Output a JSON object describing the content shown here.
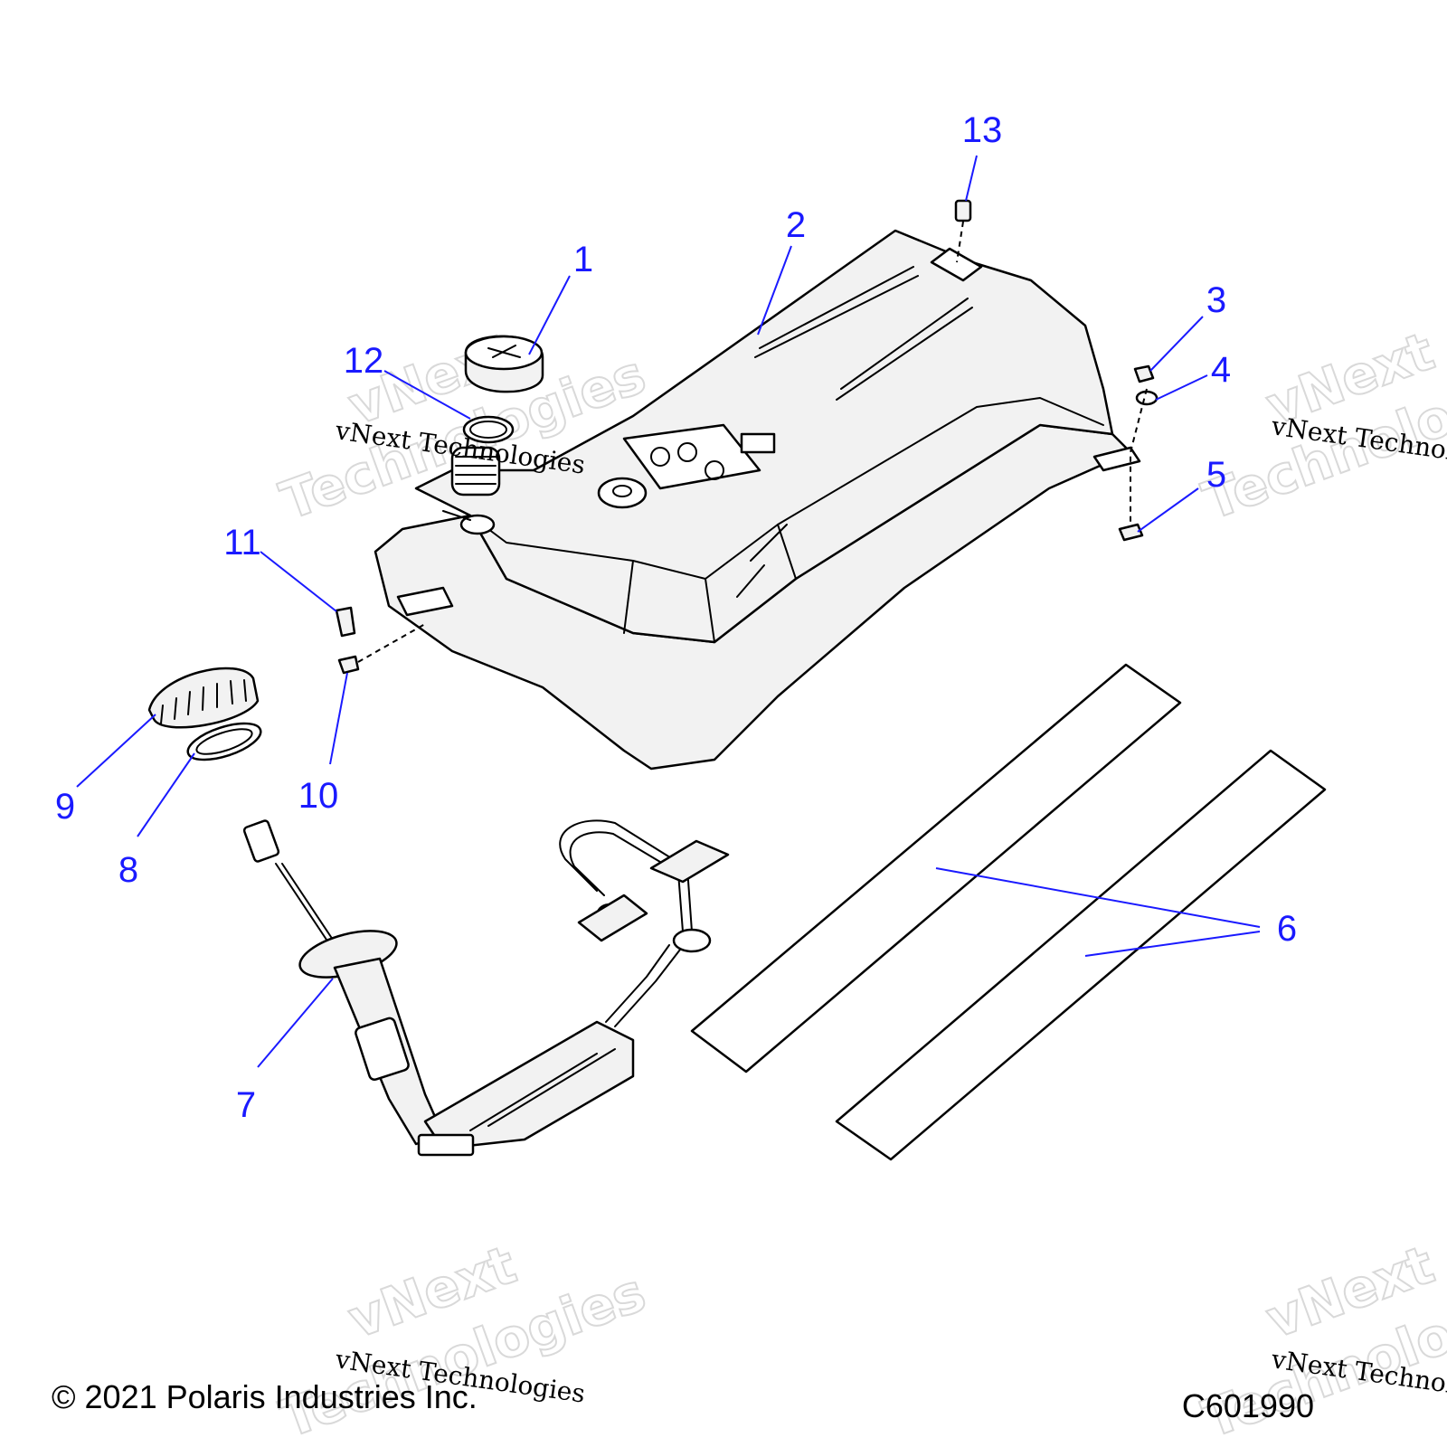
{
  "callouts": [
    {
      "label": "1"
    },
    {
      "label": "2"
    },
    {
      "label": "3"
    },
    {
      "label": "4"
    },
    {
      "label": "5"
    },
    {
      "label": "6"
    },
    {
      "label": "7"
    },
    {
      "label": "8"
    },
    {
      "label": "9"
    },
    {
      "label": "10"
    },
    {
      "label": "11"
    },
    {
      "label": "12"
    },
    {
      "label": "13"
    }
  ],
  "watermark": {
    "small": "vNext Technologies",
    "big_line1": "vNext",
    "big_line2": "Technologies"
  },
  "footer": {
    "copyright": "© 2021 Polaris Industries Inc.",
    "figure_code": "C601990"
  },
  "colors": {
    "callout": "#1a1aff",
    "outline": "#000000",
    "fill": "#f2f2f2"
  }
}
